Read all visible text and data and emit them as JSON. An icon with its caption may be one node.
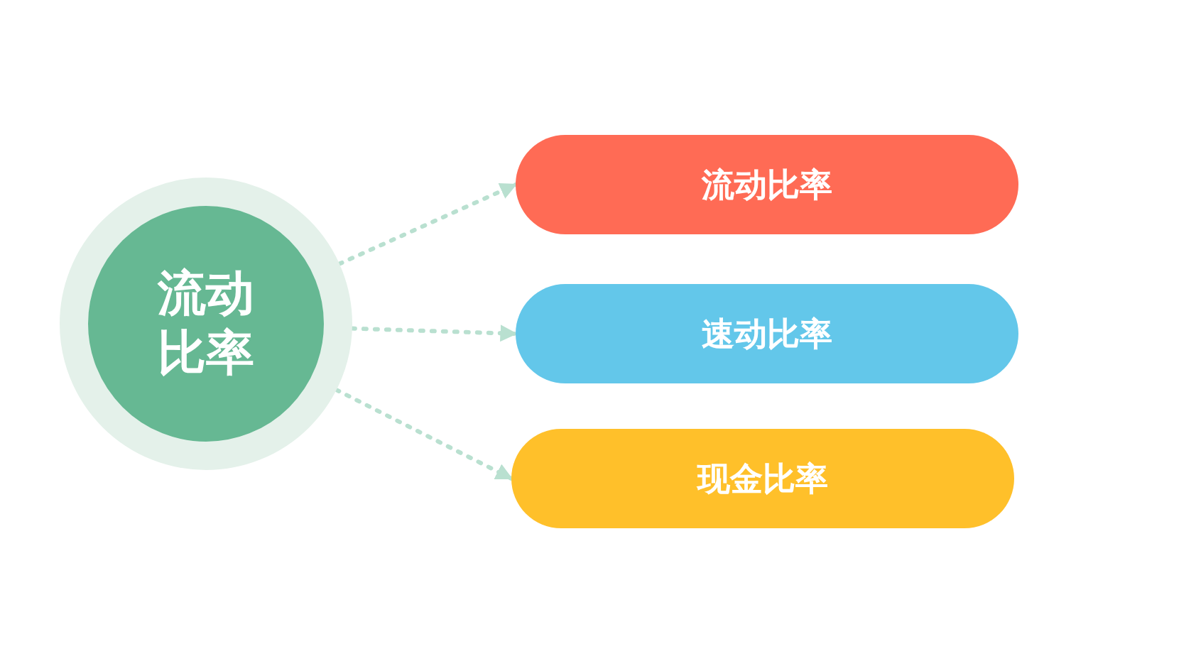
{
  "diagram": {
    "nodes": [
      {
        "text": [
          "流动比率"
        ]
      },
      {
        "text": [
          "流动比率"
        ]
      },
      {
        "text": [
          "速动比率"
        ]
      },
      {
        "text": [
          "现金比率"
        ]
      }
    ],
    "edges": [
      {
        "from": 0,
        "to": 1,
        "arrow": "to",
        "style": "dashed"
      },
      {
        "from": 0,
        "to": 2,
        "arrow": "to",
        "style": "dashed"
      },
      {
        "from": 0,
        "to": 3,
        "arrow": "to",
        "style": "dashed"
      }
    ]
  }
}
